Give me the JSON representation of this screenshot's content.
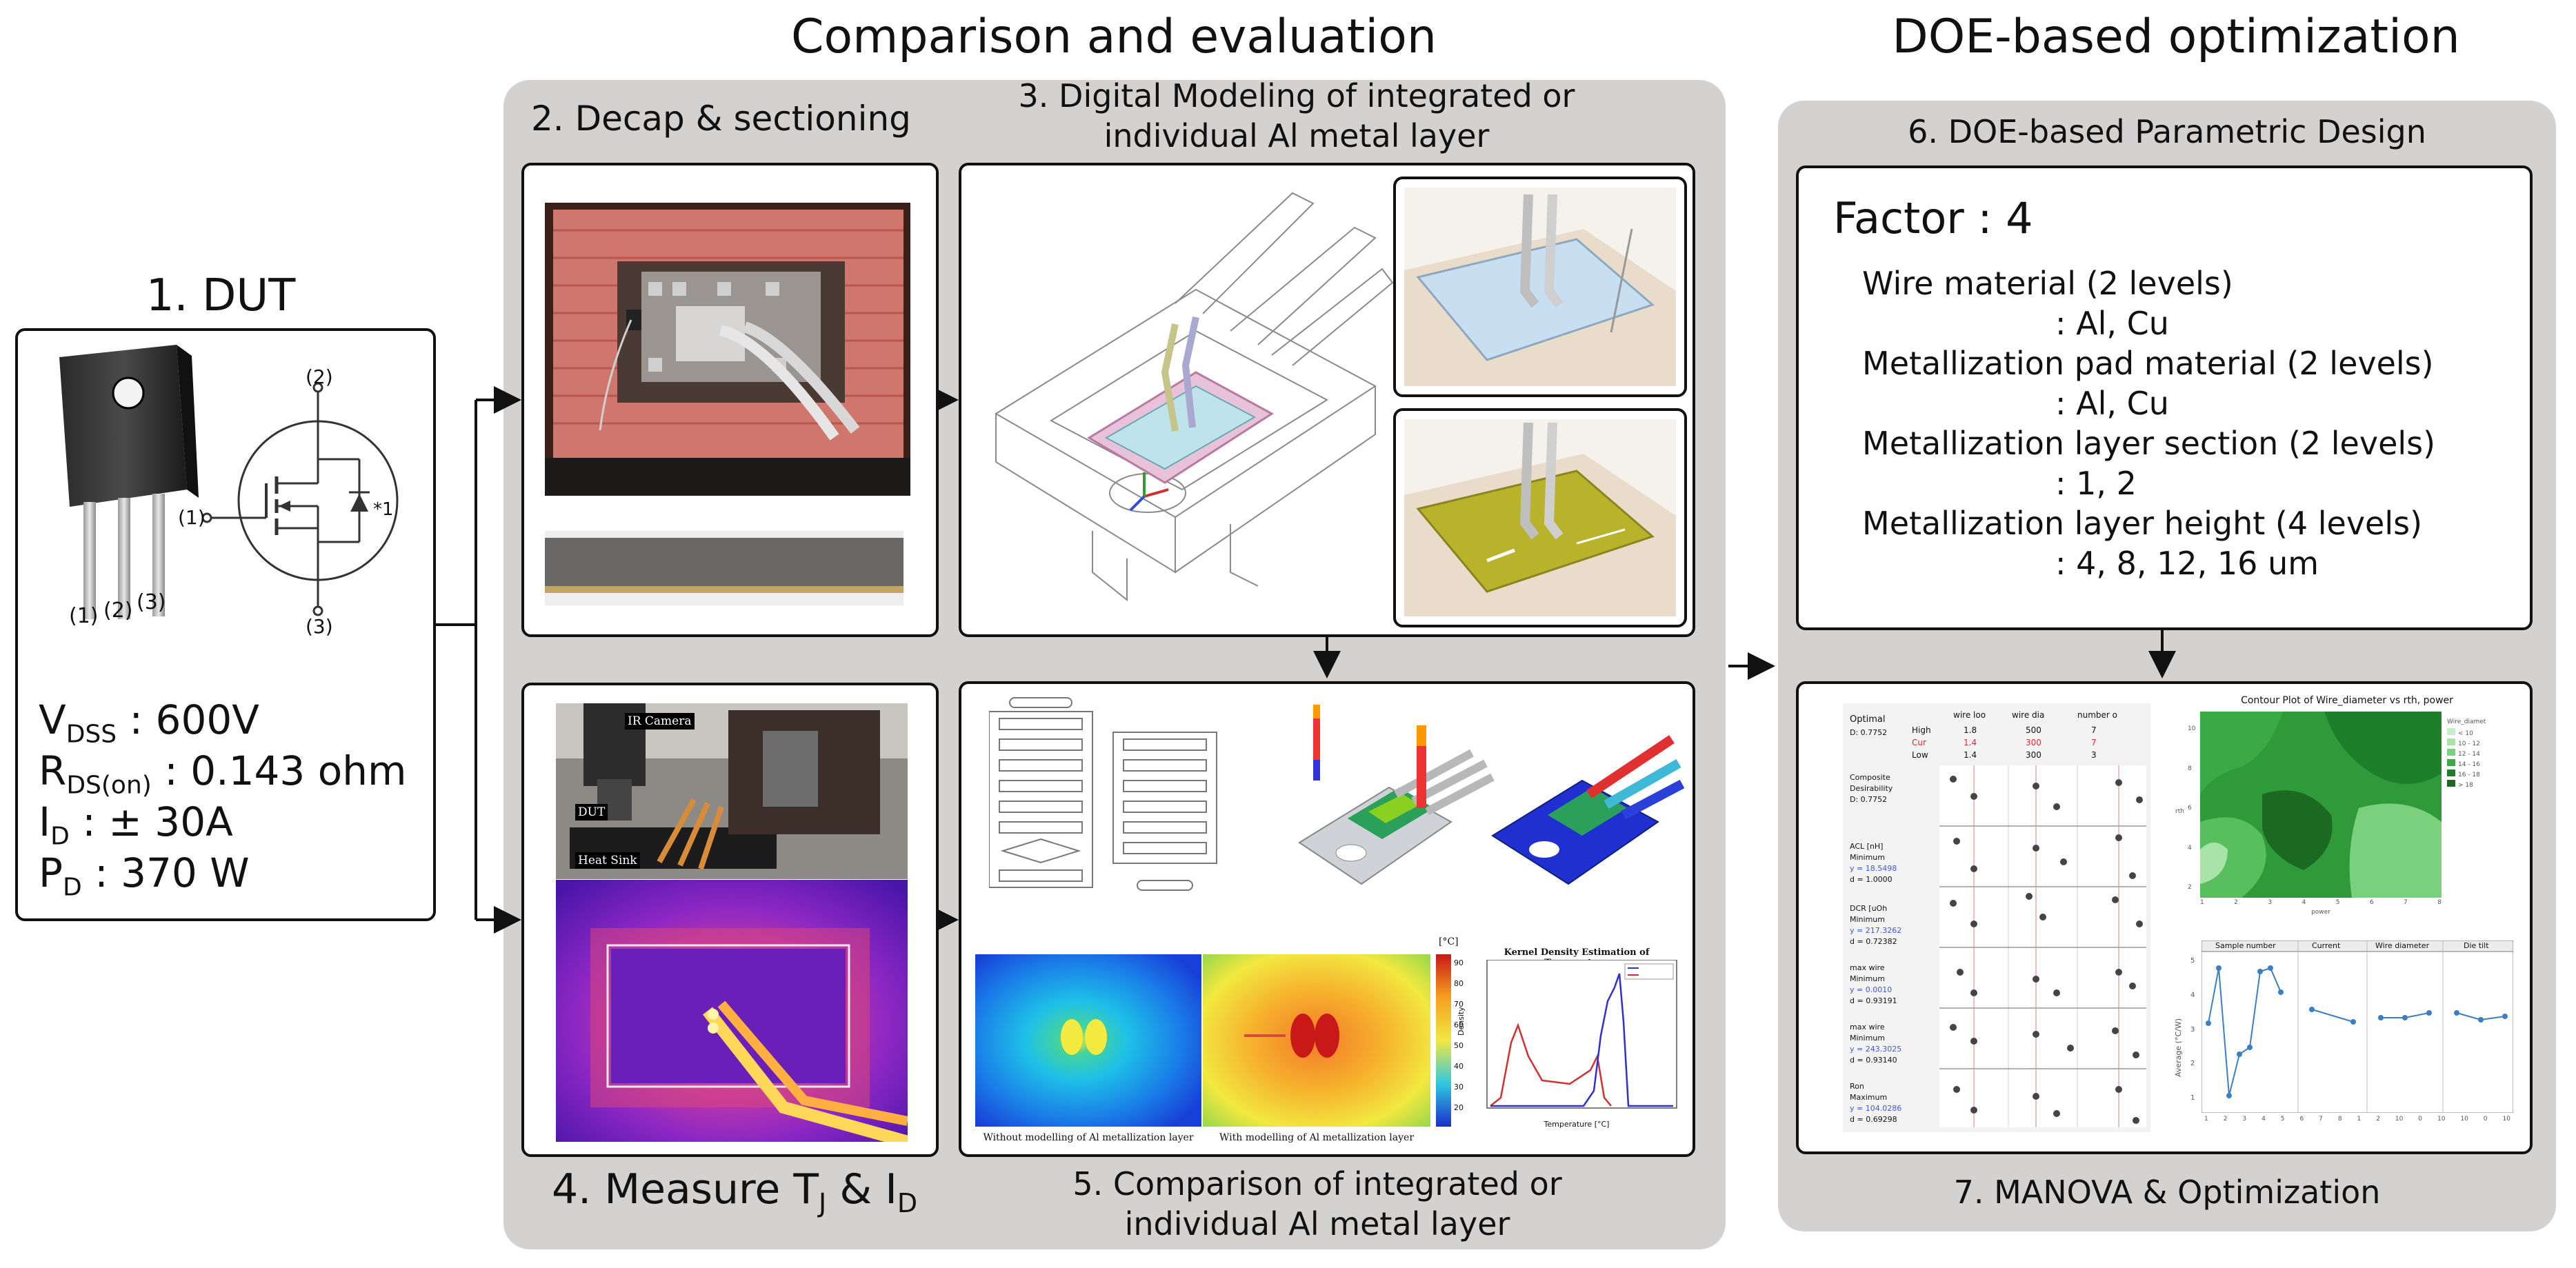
{
  "headings": {
    "comparison": "Comparison and evaluation",
    "doe": "DOE-based optimization"
  },
  "dut": {
    "title": "1. DUT",
    "pins": {
      "p1": "(1)",
      "p2": "(2)",
      "p3": "(3)",
      "star": "*1"
    },
    "leg_labels": [
      "(1)",
      "(2)",
      "(3)"
    ],
    "specs": {
      "vdss_main": "V",
      "vdss_sub": "DSS",
      "vdss_val": " : 600V",
      "rds_main": "R",
      "rds_sub": "DS(on)",
      "rds_val": " : 0.143 ohm",
      "id_main": "I",
      "id_sub": "D",
      "id_val": " : ± 30A",
      "pd_main": "P",
      "pd_sub": "D",
      "pd_val": " : 370 W"
    }
  },
  "steps": {
    "s2": "2. Decap & sectioning",
    "s3_line1": "3. Digital Modeling of integrated or",
    "s3_line2": "individual Al metal layer",
    "s4_main": "4. Measure T",
    "s4_sub1": "J",
    "s4_amp": " & I",
    "s4_sub2": "D",
    "s5_line1": "5. Comparison of integrated or",
    "s5_line2": "individual Al metal layer",
    "s6": "6. DOE-based Parametric Design",
    "s7": "7. MANOVA & Optimization"
  },
  "photo_labels": {
    "ir_camera": "IR Camera",
    "dut": "DUT",
    "heat_sink": "Heat Sink"
  },
  "sim": {
    "caption_without": "Without modelling of Al metallization layer",
    "caption_with": "With modelling of Al metallization layer",
    "kde_title": "Kernel Density Estimation of Temperature",
    "kde_xlabel": "Temperature [°C]",
    "kde_ylabel": "Density",
    "unit": "[°C]",
    "colorbar_ticks": [
      "90",
      "80",
      "70",
      "60",
      "50",
      "40",
      "30",
      "20"
    ]
  },
  "doe": {
    "factor": "Factor : 4",
    "items": [
      "Wire material (2 levels)",
      ": Al, Cu",
      "Metallization pad material (2 levels)",
      ": Al, Cu",
      "Metallization layer section (2 levels)",
      ": 1, 2",
      "Metallization layer height  (4 levels)",
      ": 4, 8, 12, 16 um"
    ]
  },
  "optimizer": {
    "optimal": "Optimal",
    "d": "D: 0.7752",
    "cols": [
      "wire loo",
      "wire dia",
      "number o"
    ],
    "rows": [
      {
        "label": "High",
        "vals": [
          "1.8",
          "500",
          "7"
        ],
        "color": "#333333"
      },
      {
        "label": "Cur",
        "vals": [
          "1.4",
          "300",
          "7"
        ],
        "color": "#d03030"
      },
      {
        "label": "Low",
        "vals": [
          "1.4",
          "300",
          "3"
        ],
        "color": "#333333"
      }
    ],
    "responses": [
      {
        "l1": "Composite",
        "l2": "Desirability",
        "l3": "D: 0.7752",
        "l4": ""
      },
      {
        "l1": "ACL [nH]",
        "l2": "Minimum",
        "l3": "y = 18.5498",
        "l4": "d = 1.0000"
      },
      {
        "l1": "DCR [uOh",
        "l2": "Minimum",
        "l3": "y = 217.3262",
        "l4": "d = 0.72382"
      },
      {
        "l1": "max wire",
        "l2": "Minimum",
        "l3": "y = 0.0010",
        "l4": "d = 0.93191"
      },
      {
        "l1": "max wire",
        "l2": "Minimum",
        "l3": "y = 243.3025",
        "l4": "d = 0.93140"
      },
      {
        "l1": "Ron",
        "l2": "Maximum",
        "l3": "y = 104.0286",
        "l4": "d = 0.69298"
      }
    ]
  },
  "contour": {
    "title": "Contour Plot of Wire_diameter vs rth, power",
    "legend_title": "Wire_diamet",
    "legend": [
      "< 10",
      "10 - 12",
      "12 - 14",
      "14 - 16",
      "16 - 18",
      "> 18"
    ],
    "x_ticks": [
      "1",
      "2",
      "3",
      "4",
      "5",
      "6",
      "7",
      "8"
    ],
    "y_ticks": [
      "10",
      "8",
      "6",
      "4",
      "2"
    ],
    "xlabel": "power",
    "ylabel": "rth"
  },
  "main_effects": {
    "headers": [
      "Sample number",
      "Current",
      "Wire diameter",
      "Die tilt"
    ],
    "ylabel": "Average (°C/W)",
    "y_ticks": [
      "5",
      "4",
      "3",
      "2",
      "1"
    ],
    "x_ticks": [
      "1",
      "2",
      "3",
      "4",
      "5",
      "6",
      "7",
      "8",
      "1",
      "2",
      "10",
      "0",
      "10",
      "10",
      "0",
      "10"
    ]
  },
  "colors": {
    "panel": "#d4d2d1",
    "accent_blue": "#3d5bd6",
    "chip_pink": "#e59a92",
    "thermal_red": "#d94a3a"
  }
}
